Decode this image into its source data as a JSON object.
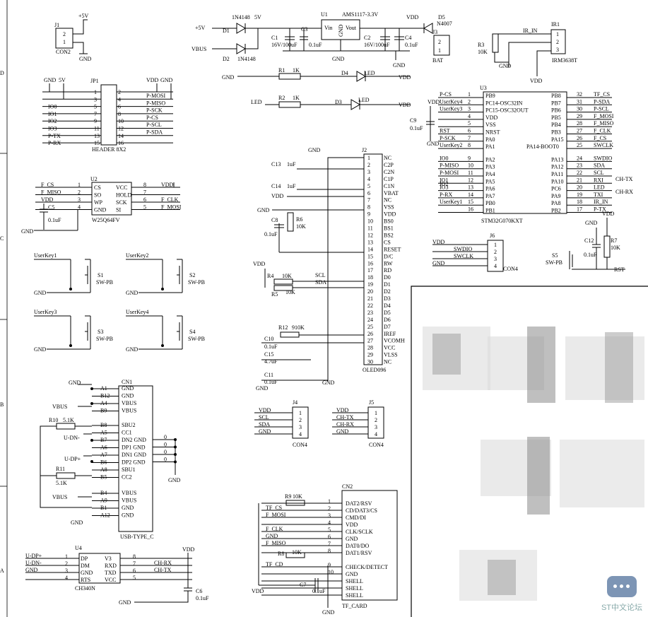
{
  "wm_text": "ST中文论坛",
  "side_labels": [
    "D",
    "C",
    "B",
    "A"
  ],
  "j1": {
    "ref": "J1",
    "name": "CON2",
    "pwr": "+5V",
    "gnd": "GND",
    "pins": [
      "2",
      "1"
    ]
  },
  "power": {
    "d1": "D1",
    "d2": "D2",
    "d1_part": "1N4148",
    "d2_part": "1N4148",
    "p5v_in": "+5V",
    "vbus": "VBUS",
    "net5v": "5V",
    "c1": "C1",
    "c1v": "16V/100uF",
    "c3": "C3",
    "c3v": "0.1uF",
    "u1": "U1",
    "u1_part": "AMS1117-3.3V",
    "vin": "Vin",
    "vout": "Vout",
    "gnd": "GND",
    "c2": "C2",
    "c2v": "16V/100uF",
    "c4": "C4",
    "c4v": "0.1uF",
    "vdd": "VDD",
    "d5": "D5",
    "d5_part": "N4007",
    "j3": "J3",
    "bat": "BAT"
  },
  "ir": {
    "ref": "IR1",
    "part": "IRM3638T",
    "net": "IR_IN",
    "r3": "R3",
    "r3v": "10K",
    "gnd": "GND",
    "vdd": "VDD",
    "pins": [
      "1",
      "2",
      "3"
    ]
  },
  "leds": {
    "r1": "R1",
    "r1v": "1K",
    "d4": "D4",
    "led": "LED",
    "gnd": "GND",
    "vdd": "VDD",
    "r2": "R2",
    "r2v": "1K",
    "d3": "D3",
    "led_net": "LED"
  },
  "jp1": {
    "ref": "JP1",
    "name": "HEADER 8X2",
    "top_left": [
      "GND",
      "5V"
    ],
    "top_right": [
      "VDD",
      "GND"
    ],
    "left_nets": [
      "IO0",
      "IO1",
      "IO2",
      "IO3",
      "P-TX",
      "P-RX"
    ],
    "right_nets": [
      "P-MOSI",
      "P-MISO",
      "P-SCK",
      "P-CS",
      "P-SCL",
      "P-SDA"
    ],
    "left_pins": [
      "1",
      "3",
      "5",
      "7",
      "9",
      "11",
      "13",
      "15"
    ],
    "right_pins": [
      "2",
      "4",
      "6",
      "8",
      "10",
      "12",
      "14",
      "16"
    ]
  },
  "u2": {
    "ref": "U2",
    "part": "W25Q64FV",
    "left_pins": [
      "CS",
      "SO",
      "WP",
      "GND"
    ],
    "right_pins": [
      "VCC",
      "HOLD",
      "SCK",
      "SI"
    ],
    "left_nums": [
      "1",
      "2",
      "3",
      "4"
    ],
    "right_nums": [
      "8",
      "7",
      "6",
      "5"
    ],
    "left_nets": [
      "F_CS",
      "F_MISO",
      "VDD",
      ""
    ],
    "right_nets": [
      "VDD",
      "",
      "F_CLK",
      "F_MOSI"
    ],
    "c5": "C5",
    "c5v": "0.1uF",
    "gnd": "GND"
  },
  "keys": [
    {
      "net": "UserKey1",
      "ref": "S1",
      "part": "SW-PB"
    },
    {
      "net": "UserKey2",
      "ref": "S2",
      "part": "SW-PB"
    },
    {
      "net": "UserKey3",
      "ref": "S3",
      "part": "SW-PB"
    },
    {
      "net": "UserKey4",
      "ref": "S4",
      "part": "SW-PB"
    }
  ],
  "key_gnd": "GND",
  "usb": {
    "ref": "CN1",
    "part": "USB-TYPE_C",
    "left_pins": [
      "A1",
      "B12",
      "A4",
      "B9",
      "B8",
      "A5",
      "B7",
      "A6",
      "A7",
      "B6",
      "A8",
      "B5",
      "B4",
      "A9",
      "B1",
      "A12"
    ],
    "right_pins": [
      "GND",
      "GND",
      "VBUS",
      "VBUS",
      "SBU2",
      "CC1",
      "DN2 GND",
      "DP1 GND",
      "DN1 GND",
      "DP2 GND",
      "SBU1",
      "CC2",
      "VBUS",
      "VBUS",
      "GND",
      "GND"
    ],
    "right_nums": [
      "0",
      "0",
      "0",
      "0"
    ],
    "nets": [
      "GND",
      "VBUS",
      "U-DN-",
      "U-DP+",
      "VBUS",
      "GND",
      "GND"
    ],
    "r10": "R10",
    "r10v": "5.1K",
    "r11": "R11",
    "r11v": "5.1K"
  },
  "u4": {
    "ref": "U4",
    "part": "CH340N",
    "left": [
      "DP",
      "DM",
      "GND",
      "RTS"
    ],
    "right": [
      "V3",
      "RXD",
      "TXD",
      "VCC"
    ],
    "left_nums": [
      "1",
      "2",
      "3",
      "4"
    ],
    "right_nums": [
      "8",
      "7",
      "6",
      "5"
    ],
    "left_nets": [
      "U-DP+",
      "U-DN-",
      "GND",
      ""
    ],
    "right_nets": [
      "",
      "CH-RX",
      "CH-TX",
      ""
    ],
    "vdd": "VDD",
    "c6": "C6",
    "c6v": "0.1uF",
    "gnd": "GND"
  },
  "j2": {
    "ref": "J2",
    "part": "OLED096",
    "pins": [
      "NC",
      "C2P",
      "C2N",
      "C1P",
      "C1N",
      "VBAT",
      "NC",
      "VSS",
      "VDD",
      "BS0",
      "BS1",
      "BS2",
      "CS",
      "RESET",
      "D/C",
      "RW",
      "RD",
      "D0",
      "D1",
      "D2",
      "D3",
      "D4",
      "D5",
      "D6",
      "D7",
      "IREF",
      "VCOMH",
      "VCC",
      "VLSS",
      "NC"
    ],
    "c13": "C13",
    "c13v": "1uF",
    "c14": "C14",
    "c14v": "1uF",
    "vdd": "VDD",
    "gnd": "GND",
    "c8": "C8",
    "c8v": "0.1uF",
    "r6": "R6",
    "r6v": "10K",
    "r4": "R4",
    "r4v": "10K",
    "r5": "R5",
    "r5v": "10K",
    "scl": "SCL",
    "sda": "SDA",
    "r12": "R12",
    "r12v": "910K",
    "c10": "C10",
    "c10v": "0.1uF",
    "c15": "C15",
    "c15v": "4.7uF",
    "c11": "C11",
    "c11v": "0.1uF"
  },
  "u3": {
    "ref": "U3",
    "part": "STM32G070KXT",
    "left_pins": [
      "PB9",
      "PC14-OSC32IN",
      "PC15-OSC32OUT",
      "VDD",
      "VSS",
      "NRST",
      "PA0",
      "PA1",
      "PA2",
      "PA3",
      "PA4",
      "PA5",
      "PA6",
      "PA7",
      "PB0",
      "PB1"
    ],
    "left_nums": [
      "1",
      "2",
      "3",
      "4",
      "5",
      "6",
      "7",
      "8",
      "9",
      "10",
      "11",
      "12",
      "13",
      "14",
      "15",
      "16"
    ],
    "left_nets": [
      "P-CS",
      "UserKey4",
      "UserKey3",
      "",
      "",
      "RST",
      "P-SCK",
      "UserKey2",
      "IO0",
      "P-MISO",
      "P-MOSI",
      "IO1",
      "IO3",
      "P-RX",
      "UserKey1",
      ""
    ],
    "right_pins": [
      "PB8",
      "PB7",
      "PB6",
      "PB5",
      "PB4",
      "PB3",
      "PA15",
      "PA14-BOOT0",
      "PA13",
      "PA12",
      "PA11",
      "PA10",
      "PC6",
      "PA9",
      "PA8",
      "PB2"
    ],
    "right_nums": [
      "32",
      "31",
      "30",
      "29",
      "28",
      "27",
      "26",
      "25",
      "24",
      "23",
      "22",
      "21",
      "20",
      "19",
      "18",
      "17"
    ],
    "right_nets": [
      "TF_CS",
      "P-SDA",
      "P-SCL",
      "F_MOSI",
      "F_MISO",
      "F_CLK",
      "F_CS",
      "SWCLK",
      "SWDIO",
      "SDA",
      "SCL",
      "RXI",
      "LED",
      "TXI",
      "IR_IN",
      "P-TX"
    ],
    "ext_nets": [
      "CH-TX",
      "CH-RX"
    ],
    "vdd": "VDD",
    "c9": "C9",
    "c9v": "0.1uF",
    "gnd": "GND",
    "io2": "IO2"
  },
  "j6": {
    "ref": "J6",
    "part": "CON4",
    "nets": [
      "VDD",
      "SWDIO",
      "SWCLK",
      "GND"
    ],
    "pins": [
      "1",
      "2",
      "3",
      "4"
    ]
  },
  "reset": {
    "vdd": "VDD",
    "c12": "C12",
    "c12v": "0.1uF",
    "r7": "R7",
    "r7v": "10K",
    "s5": "S5",
    "s5p": "SW-PB",
    "rst": "RST",
    "gnd": "GND"
  },
  "j4": {
    "ref": "J4",
    "part": "CON4",
    "nets": [
      "VDD",
      "SCL",
      "SDA",
      "GND"
    ],
    "pins": [
      "1",
      "2",
      "3",
      "4"
    ]
  },
  "j5": {
    "ref": "J5",
    "part": "CON4",
    "nets": [
      "VDD",
      "CH-TX",
      "CH-RX",
      "GND"
    ],
    "pins": [
      "1",
      "2",
      "3",
      "4"
    ]
  },
  "cn2": {
    "ref": "CN2",
    "part": "TF_CARD",
    "pins": [
      "DAT2/RSV",
      "CD/DAT3/CS",
      "CMD/DI",
      "VDD",
      "CLK/SCLK",
      "GND",
      "DAT0/DO",
      "DAT1/RSV",
      "CHECK/DETECT",
      "GND",
      "SHELL",
      "SHELL",
      "SHELL"
    ],
    "nums": [
      "1",
      "2",
      "3",
      "4",
      "5",
      "6",
      "7",
      "8",
      "9",
      "10",
      "",
      "",
      ""
    ],
    "nets": [
      "",
      "TF_CS",
      "F_MOSI",
      "",
      "F_CLK",
      "GND",
      "F_MISO",
      "",
      "TF_CD",
      "",
      "",
      "",
      ""
    ],
    "r9": "R9",
    "r9v": "10K",
    "r8": "R8",
    "r8v": "10K",
    "c7": "C7",
    "c7v": "0.1uF",
    "vdd": "VDD",
    "gnd": "GND"
  }
}
